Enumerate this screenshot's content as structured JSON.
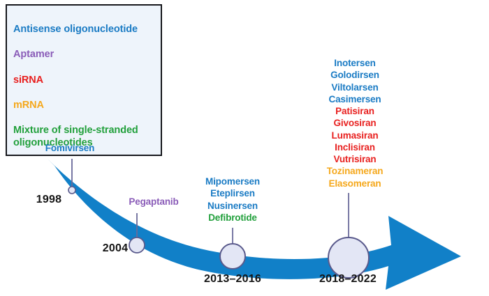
{
  "figure": {
    "name": "oligonucleotide-therapeutics-approval-timeline",
    "arrow_color": "#1180c8",
    "leader_line_color": "#6a6a9a",
    "marker_fill": "#e3e6f5",
    "marker_stroke": "#5a5a8c",
    "background": "#ffffff"
  },
  "legend": {
    "background": "#eef4fb",
    "border_color": "#16171c",
    "items": [
      {
        "label": "Antisense oligonucleotide",
        "color": "#1a7bc4"
      },
      {
        "label": "Aptamer",
        "color": "#8a5cb8"
      },
      {
        "label": "siRNA",
        "color": "#e8201f"
      },
      {
        "label": "mRNA",
        "color": "#f5a81c"
      },
      {
        "label": "Mixture of single-stranded\noligonucleotides",
        "color": "#22a03c"
      }
    ]
  },
  "milestones": [
    {
      "id": "fomivirsen",
      "year": "1998",
      "marker_radius": 5,
      "drugs": [
        {
          "name": "Fomivirsen",
          "color": "#1a7bc4"
        }
      ]
    },
    {
      "id": "pegaptanib",
      "year": "2004",
      "marker_radius": 11,
      "drugs": [
        {
          "name": "Pegaptanib",
          "color": "#8a5cb8"
        }
      ]
    },
    {
      "id": "mid-era",
      "year": "2013–2016",
      "marker_radius": 18,
      "drugs": [
        {
          "name": "Mipomersen",
          "color": "#1a7bc4"
        },
        {
          "name": "Eteplirsen",
          "color": "#1a7bc4"
        },
        {
          "name": "Nusinersen",
          "color": "#1a7bc4"
        },
        {
          "name": "Defibrotide",
          "color": "#22a03c"
        }
      ]
    },
    {
      "id": "recent-era",
      "year": "2018–2022",
      "marker_radius": 29,
      "drugs": [
        {
          "name": "Inotersen",
          "color": "#1a7bc4"
        },
        {
          "name": "Golodirsen",
          "color": "#1a7bc4"
        },
        {
          "name": "Viltolarsen",
          "color": "#1a7bc4"
        },
        {
          "name": "Casimersen",
          "color": "#1a7bc4"
        },
        {
          "name": "Patisiran",
          "color": "#e8201f"
        },
        {
          "name": "Givosiran",
          "color": "#e8201f"
        },
        {
          "name": "Lumasiran",
          "color": "#e8201f"
        },
        {
          "name": "Inclisiran",
          "color": "#e8201f"
        },
        {
          "name": "Vutrisiran",
          "color": "#e8201f"
        },
        {
          "name": "Tozinameran",
          "color": "#f5a81c"
        },
        {
          "name": "Elasomeran",
          "color": "#f5a81c"
        }
      ]
    }
  ]
}
